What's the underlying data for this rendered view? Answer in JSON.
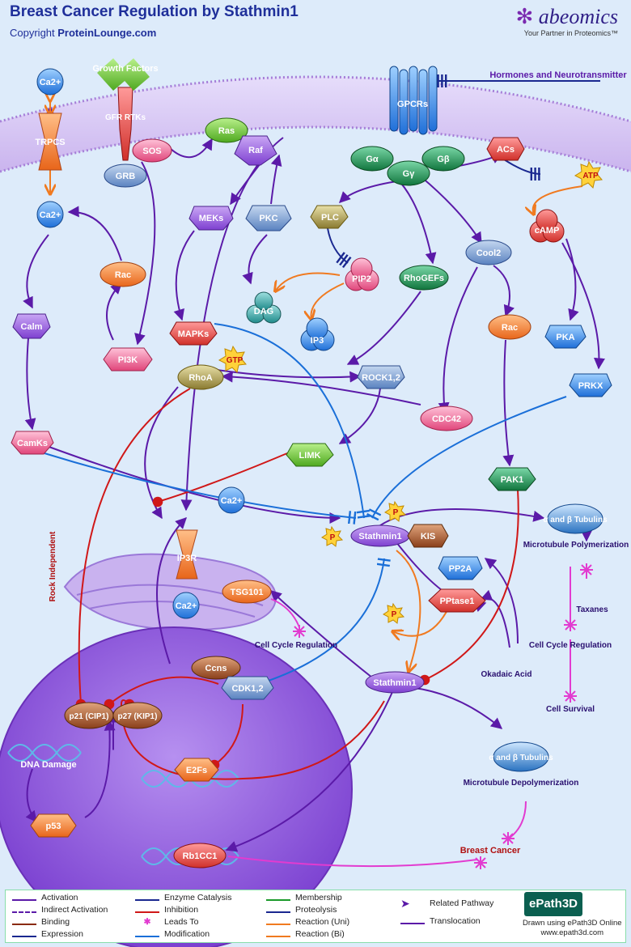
{
  "header": {
    "title": "Breast Cancer Regulation by Stathmin1",
    "copyright_prefix": "Copyright ",
    "copyright_site": "ProteinLounge.com",
    "logo_name": "abeomics",
    "logo_tagline": "Your Partner in Proteomics™"
  },
  "nodes": {
    "ca_top": "Ca2+",
    "trpcs": "TRPCS",
    "ca_mid": "Ca2+",
    "growth_factors": "Growth Factors",
    "gfr_rtks": "GFR RTKs",
    "sos": "SOS",
    "grb": "GRB",
    "ras": "Ras",
    "raf": "Raf",
    "meks": "MEKs",
    "pkc": "PKC",
    "rac_left": "Rac",
    "calm": "Calm",
    "pi3k": "PI3K",
    "mapks": "MAPKs",
    "dag": "DAG",
    "ip3": "IP3",
    "pip2": "PIP2",
    "plc": "PLC",
    "gpcrs": "GPCRs",
    "hormones": "Hormones and Neurotransmitter",
    "g_alpha": "Gα",
    "g_beta": "Gβ",
    "g_gamma": "Gγ",
    "acs": "ACs",
    "atp": "ATP",
    "camp": "cAMP",
    "cool2": "Cool2",
    "rhogefs": "RhoGEFs",
    "rac_right": "Rac",
    "pka": "PKA",
    "prkx": "PRKX",
    "gtp": "GTP",
    "rhoa": "RhoA",
    "rock": "ROCK1,2",
    "cdc42": "CDC42",
    "camks": "CamKs",
    "limk": "LIMK",
    "pak1": "PAK1",
    "ca_er": "Ca2+",
    "p_a": "P",
    "p_b": "P",
    "stathmin1_top": "Stathmin1",
    "kis": "KIS",
    "tubulins_top": "α and β Tubulins",
    "mt_poly": "Microtubule Polymerization",
    "ip3r": "IP3R",
    "tsg101": "TSG101",
    "ca_inner": "Ca2+",
    "pp2a": "PP2A",
    "pptase1": "PPtase1",
    "p_c": "P",
    "taxanes": "Taxanes",
    "cell_cycle_reg_left": "Cell Cycle Regulation",
    "cell_cycle_reg_right": "Cell Cycle Regulation",
    "cell_survival": "Cell Survival",
    "okadaic": "Okadaic Acid",
    "rock_independent": "Rock Independent",
    "ccns": "Ccns",
    "cdk12": "CDK1,2",
    "stathmin1_bottom": "Stathmin1",
    "p21": "p21 (CIP1)",
    "p27": "p27 (KIP1)",
    "dna_damage": "DNA Damage",
    "e2fs": "E2Fs",
    "p53": "p53",
    "tubulins_bottom": "α and β Tubulins",
    "mt_depoly": "Microtubule Depolymerization",
    "rb1cc1": "Rb1CC1",
    "breast_cancer": "Breast Cancer"
  },
  "legend": {
    "col1": [
      "Activation",
      "Indirect Activation",
      "Binding",
      "Expression"
    ],
    "col2": [
      "Enzyme Catalysis",
      "Inhibition",
      "Leads To",
      "Modification"
    ],
    "col3": [
      "Membership",
      "Proteolysis",
      "Reaction (Uni)",
      "Reaction (Bi)"
    ],
    "col4": [
      "Related Pathway",
      "Translocation"
    ],
    "epath_logo": "ePath3D",
    "epath_note_1": "Drawn using ePath3D Online",
    "epath_note_2": "www.epath3d.com"
  },
  "colors": {
    "activation": "#5b1aa8",
    "inhibition": "#d01818",
    "leads_to": "#e23bd0",
    "reaction": "#f07a20",
    "enzyme": "#1a2890",
    "modification": "#1a6fd8",
    "membrane": "#c9a8ea",
    "nucleus": "#8a50d8"
  }
}
